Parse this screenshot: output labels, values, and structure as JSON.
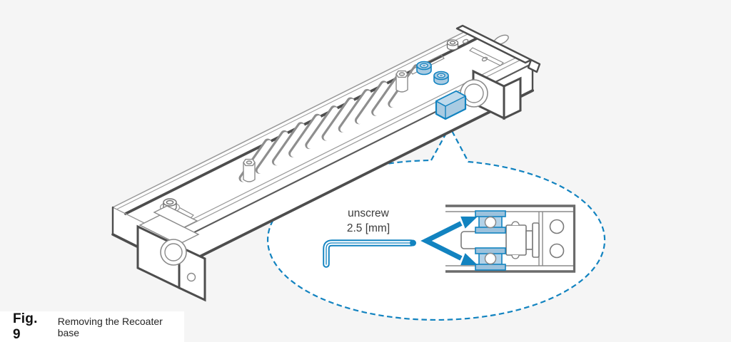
{
  "figure": {
    "caption_label": "Fig. 9",
    "caption_title": "Removing the Recoater base"
  },
  "callout": {
    "instruction_line1": "unscrew",
    "instruction_line2": "2.5 [mm]"
  },
  "colors": {
    "background": "#f5f5f5",
    "bubble_fill": "#ffffff",
    "outline_dark": "#4d4d4d",
    "outline_mid": "#6b6b6b",
    "outline_light": "#9a9a9a",
    "accent_blue": "#1283c0",
    "accent_blue_fill": "#a9cbe2",
    "caption_text": "#111111",
    "label_text": "#3b3b3b"
  }
}
